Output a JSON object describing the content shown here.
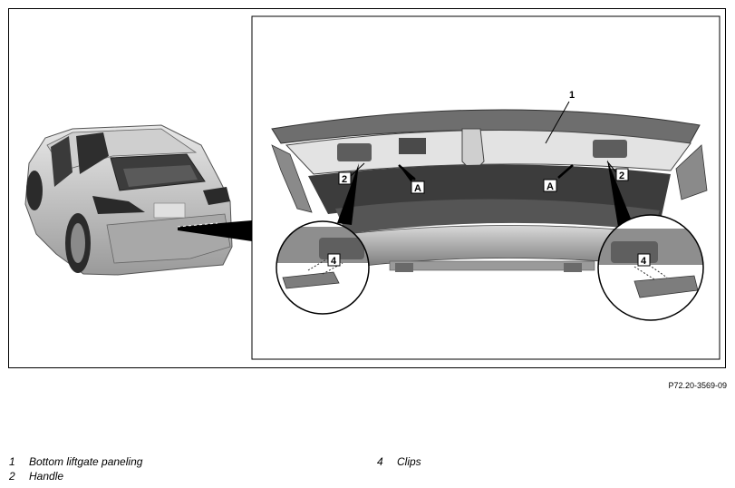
{
  "figure_id": "P72.20-3569-09",
  "callouts": {
    "c1": "1",
    "c2": "2",
    "c4": "4",
    "cA": "A"
  },
  "legend": {
    "left": [
      {
        "num": "1",
        "text": "Bottom liftgate paneling"
      },
      {
        "num": "2",
        "text": "Handle"
      }
    ],
    "right": [
      {
        "num": "4",
        "text": "Clips"
      }
    ]
  }
}
